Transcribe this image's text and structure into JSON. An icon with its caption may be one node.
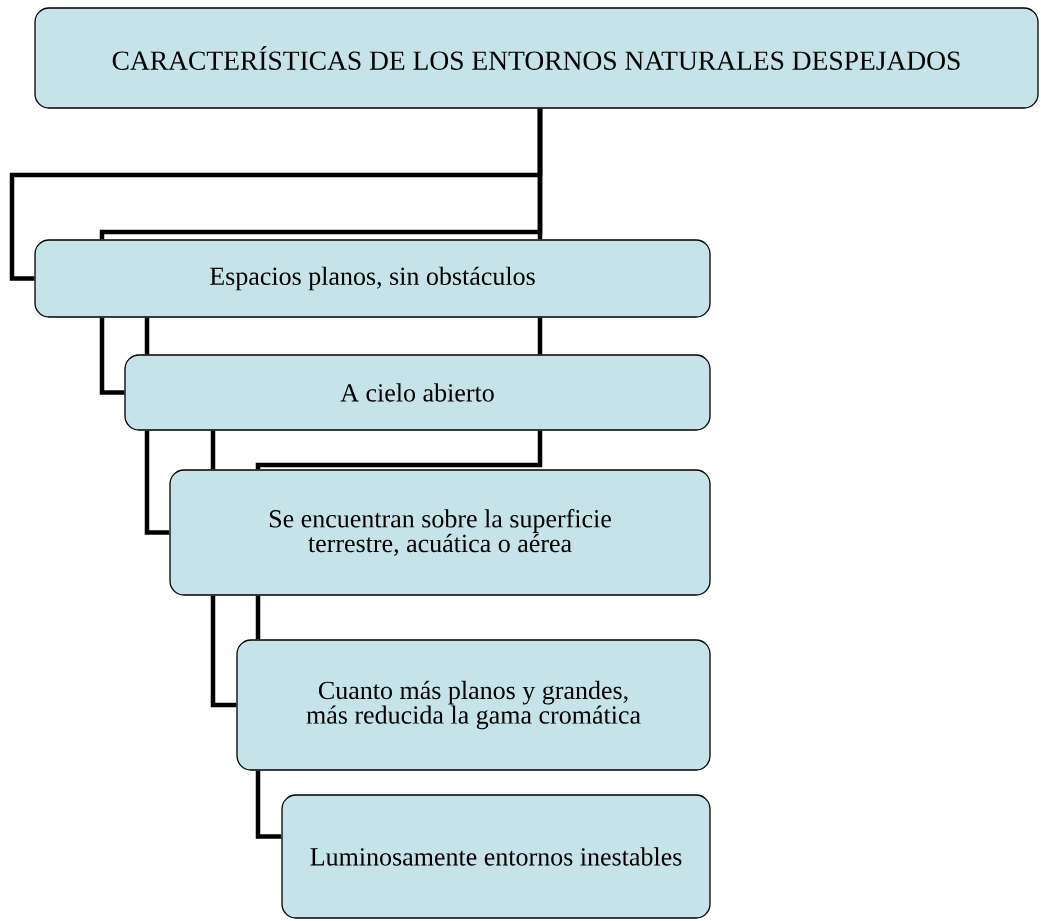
{
  "diagram": {
    "nodes": [
      {
        "text": [
          "CARACTERÍSTICAS DE LOS ENTORNOS NATURALES DESPEJADOS"
        ]
      },
      {
        "text": [
          "Espacios planos, sin obstáculos"
        ]
      },
      {
        "text": [
          "A cielo abierto"
        ]
      },
      {
        "text": [
          "Se encuentran sobre la superficie terrestre, acuática o aérea"
        ]
      },
      {
        "text": [
          "Cuanto más planos y grandes, más reducida la gama cromática"
        ]
      },
      {
        "text": [
          "Luminosamente entornos inestables"
        ]
      }
    ],
    "edges": [
      {
        "from": 0,
        "to": 1,
        "arrow": "none"
      },
      {
        "from": 0,
        "to": 1,
        "arrow": "none"
      },
      {
        "from": 0,
        "to": 1,
        "arrow": "none"
      },
      {
        "from": 1,
        "to": 2,
        "arrow": "none"
      },
      {
        "from": 1,
        "to": 2,
        "arrow": "none"
      },
      {
        "from": 1,
        "to": 2,
        "arrow": "none"
      },
      {
        "from": 2,
        "to": 3,
        "arrow": "none"
      },
      {
        "from": 2,
        "to": 3,
        "arrow": "none"
      },
      {
        "from": 2,
        "to": 3,
        "arrow": "none"
      },
      {
        "from": 3,
        "to": 4,
        "arrow": "none"
      },
      {
        "from": 3,
        "to": 4,
        "arrow": "none"
      },
      {
        "from": 4,
        "to": 5,
        "arrow": "none"
      }
    ]
  }
}
